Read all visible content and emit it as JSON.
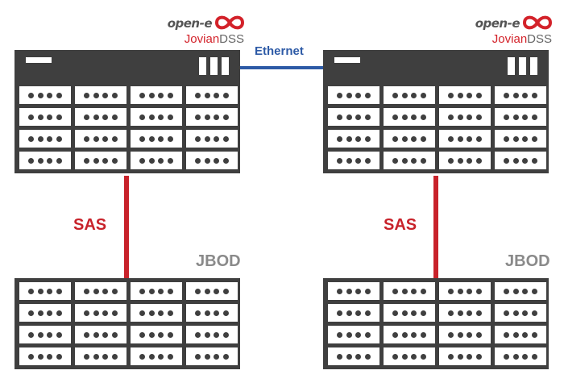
{
  "brand": {
    "name": "open-e",
    "product_prefix": "Jovian",
    "product_suffix": "DSS",
    "colors": {
      "accent": "#d3222a",
      "gray": "#666666"
    }
  },
  "links": {
    "ethernet_label": "Ethernet",
    "sas_label": "SAS",
    "colors": {
      "ethernet": "#2d5aa6",
      "sas": "#c8222a"
    }
  },
  "jbod_label": "JBOD",
  "servers": [
    {
      "id": "left",
      "bay_rows": 4,
      "bay_cols": 4,
      "leds_per_bay": 4,
      "status_bars": 3
    },
    {
      "id": "right",
      "bay_rows": 4,
      "bay_cols": 4,
      "leds_per_bay": 4,
      "status_bars": 3
    }
  ],
  "jbods": [
    {
      "id": "left",
      "bay_rows": 4,
      "bay_cols": 4,
      "leds_per_bay": 4
    },
    {
      "id": "right",
      "bay_rows": 4,
      "bay_cols": 4,
      "leds_per_bay": 4
    }
  ],
  "chassis_color": "#3f3f3f"
}
